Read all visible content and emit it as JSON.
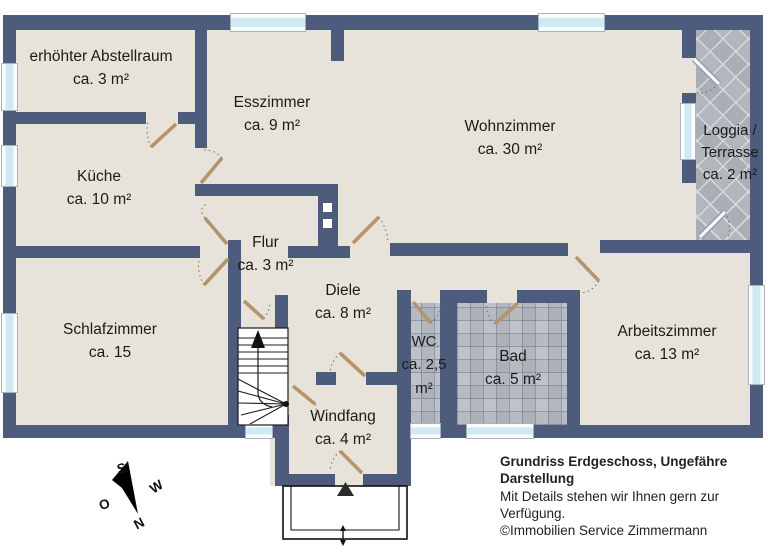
{
  "plan": {
    "footer": {
      "title": "Grundriss Erdgeschoss, Ungefähre Darstellung",
      "note": "Mit Details stehen wir Ihnen gern zur Verfügung.",
      "copyright": "©Immobilien Service Zimmermann"
    },
    "compass": {
      "south": "S",
      "west": "W",
      "north": "N",
      "east": "O"
    },
    "colors": {
      "wall": "#4d5b7c",
      "floor": "#e8e3da",
      "window_glass": "#cfeaf2",
      "tile": "#bfc3c9",
      "door_leaf": "#b5946b"
    }
  },
  "rooms": [
    {
      "id": "abstellraum",
      "name": "erhöhter Abstellraum",
      "area": "ca. 3 m²"
    },
    {
      "id": "kueche",
      "name": "Küche",
      "area": "ca. 10 m²"
    },
    {
      "id": "esszimmer",
      "name": "Esszimmer",
      "area": "ca. 9 m²"
    },
    {
      "id": "wohnzimmer",
      "name": "Wohnzimmer",
      "area": "ca. 30 m²"
    },
    {
      "id": "loggia",
      "name": "Loggia / Terrasse",
      "area": "ca. 2 m²"
    },
    {
      "id": "schlafzimmer",
      "name": "Schlafzimmer",
      "area": "ca. 15"
    },
    {
      "id": "flur",
      "name": "Flur",
      "area": "ca. 3 m²"
    },
    {
      "id": "diele",
      "name": "Diele",
      "area": "ca. 8 m²"
    },
    {
      "id": "wc",
      "name": "WC",
      "area": "ca. 2,5 m²"
    },
    {
      "id": "bad",
      "name": "Bad",
      "area": "ca. 5 m²"
    },
    {
      "id": "arbeitszimmer",
      "name": "Arbeitszimmer",
      "area": "ca. 13 m²"
    },
    {
      "id": "windfang",
      "name": "Windfang",
      "area": "ca. 4 m²"
    }
  ]
}
